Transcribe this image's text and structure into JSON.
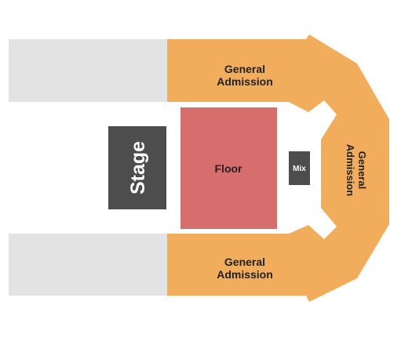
{
  "map": {
    "colors": {
      "general_admission": "#f2ad5c",
      "floor": "#d66e6e",
      "stage": "#4d4d4d",
      "mix": "#4d4d4d",
      "grey_block": "#e3e3e3",
      "background": "#ffffff"
    },
    "sections": {
      "ga_top": {
        "line1": "General",
        "line2": "Admission"
      },
      "ga_bottom": {
        "line1": "General",
        "line2": "Admission"
      },
      "ga_right": {
        "line1": "General",
        "line2": "Admission"
      },
      "floor": {
        "label": "Floor"
      },
      "stage": {
        "label": "Stage"
      },
      "mix": {
        "label": "Mix"
      }
    }
  }
}
